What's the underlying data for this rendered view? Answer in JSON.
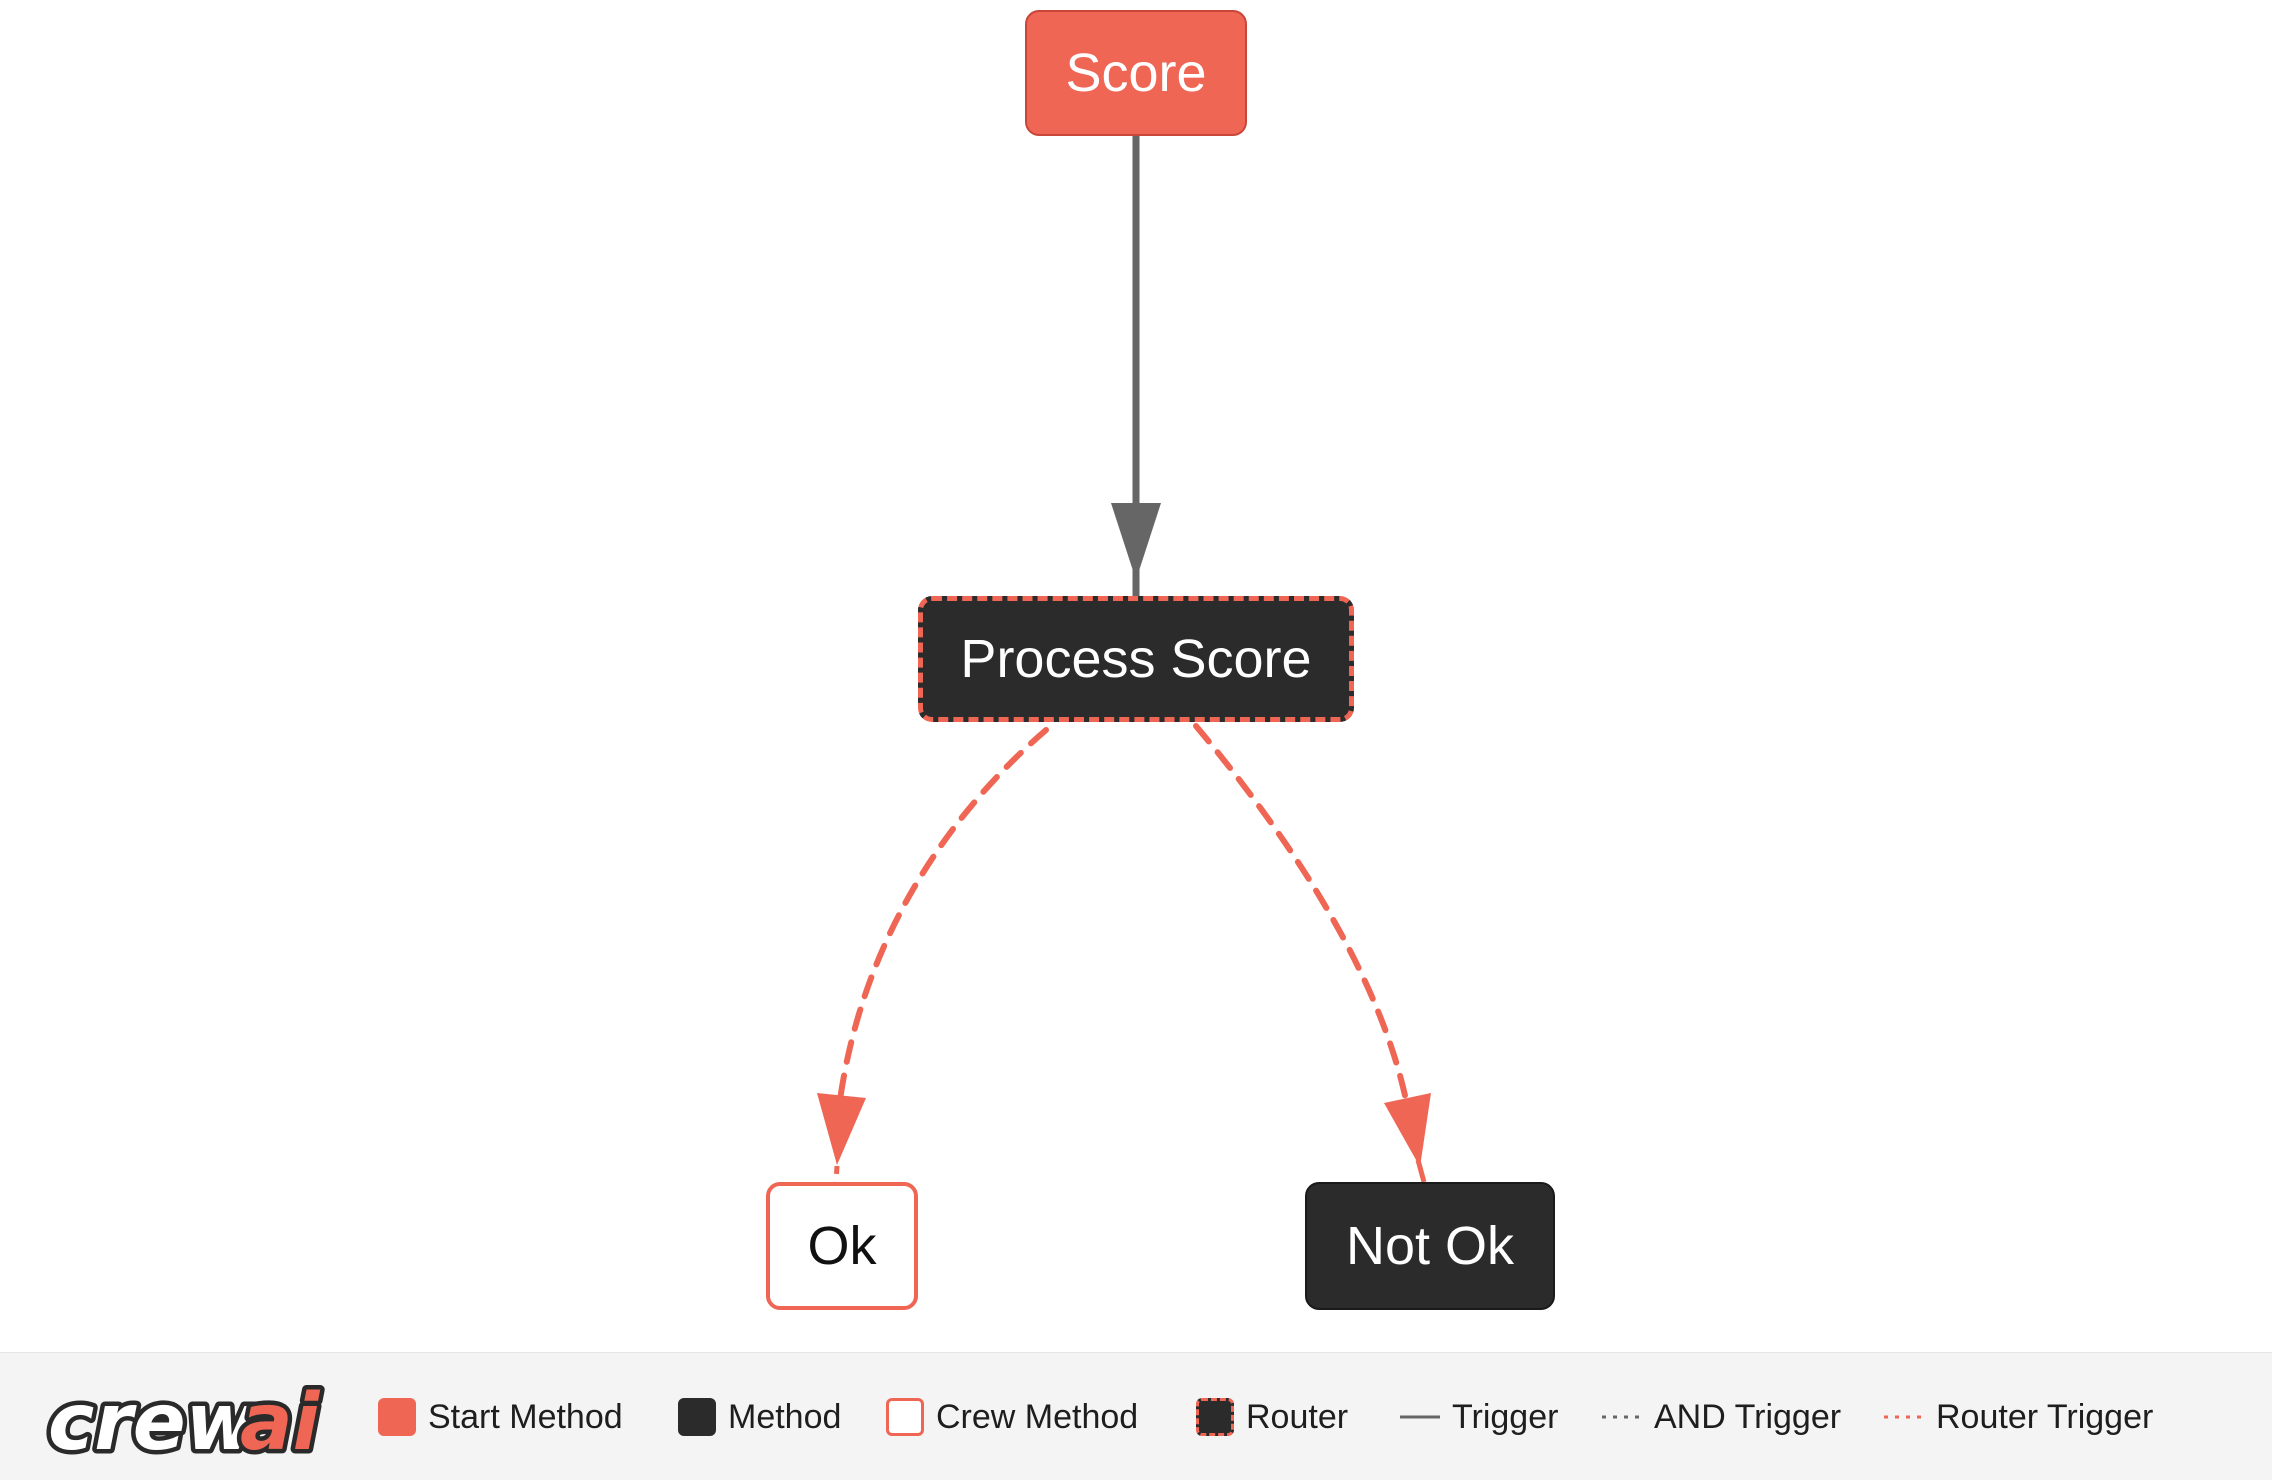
{
  "diagram": {
    "nodes": {
      "score": {
        "label": "Score",
        "kind": "start-method"
      },
      "process_score": {
        "label": "Process Score",
        "kind": "router"
      },
      "ok": {
        "label": "Ok",
        "kind": "crew-method"
      },
      "not_ok": {
        "label": "Not Ok",
        "kind": "method"
      }
    },
    "edges": [
      {
        "from": "score",
        "to": "process_score",
        "kind": "trigger"
      },
      {
        "from": "process_score",
        "to": "ok",
        "kind": "router-trigger"
      },
      {
        "from": "process_score",
        "to": "not_ok",
        "kind": "router-trigger"
      }
    ]
  },
  "legend": {
    "logo_text": "crewai",
    "items": {
      "start_method": "Start Method",
      "method": "Method",
      "crew_method": "Crew Method",
      "router": "Router",
      "trigger": "Trigger",
      "and_trigger": "AND Trigger",
      "router_trigger": "Router Trigger"
    }
  },
  "colors": {
    "accent": "#ef6655",
    "dark_node": "#2b2b2b",
    "trigger_edge": "#666666",
    "legend_bg": "#f4f4f5"
  }
}
